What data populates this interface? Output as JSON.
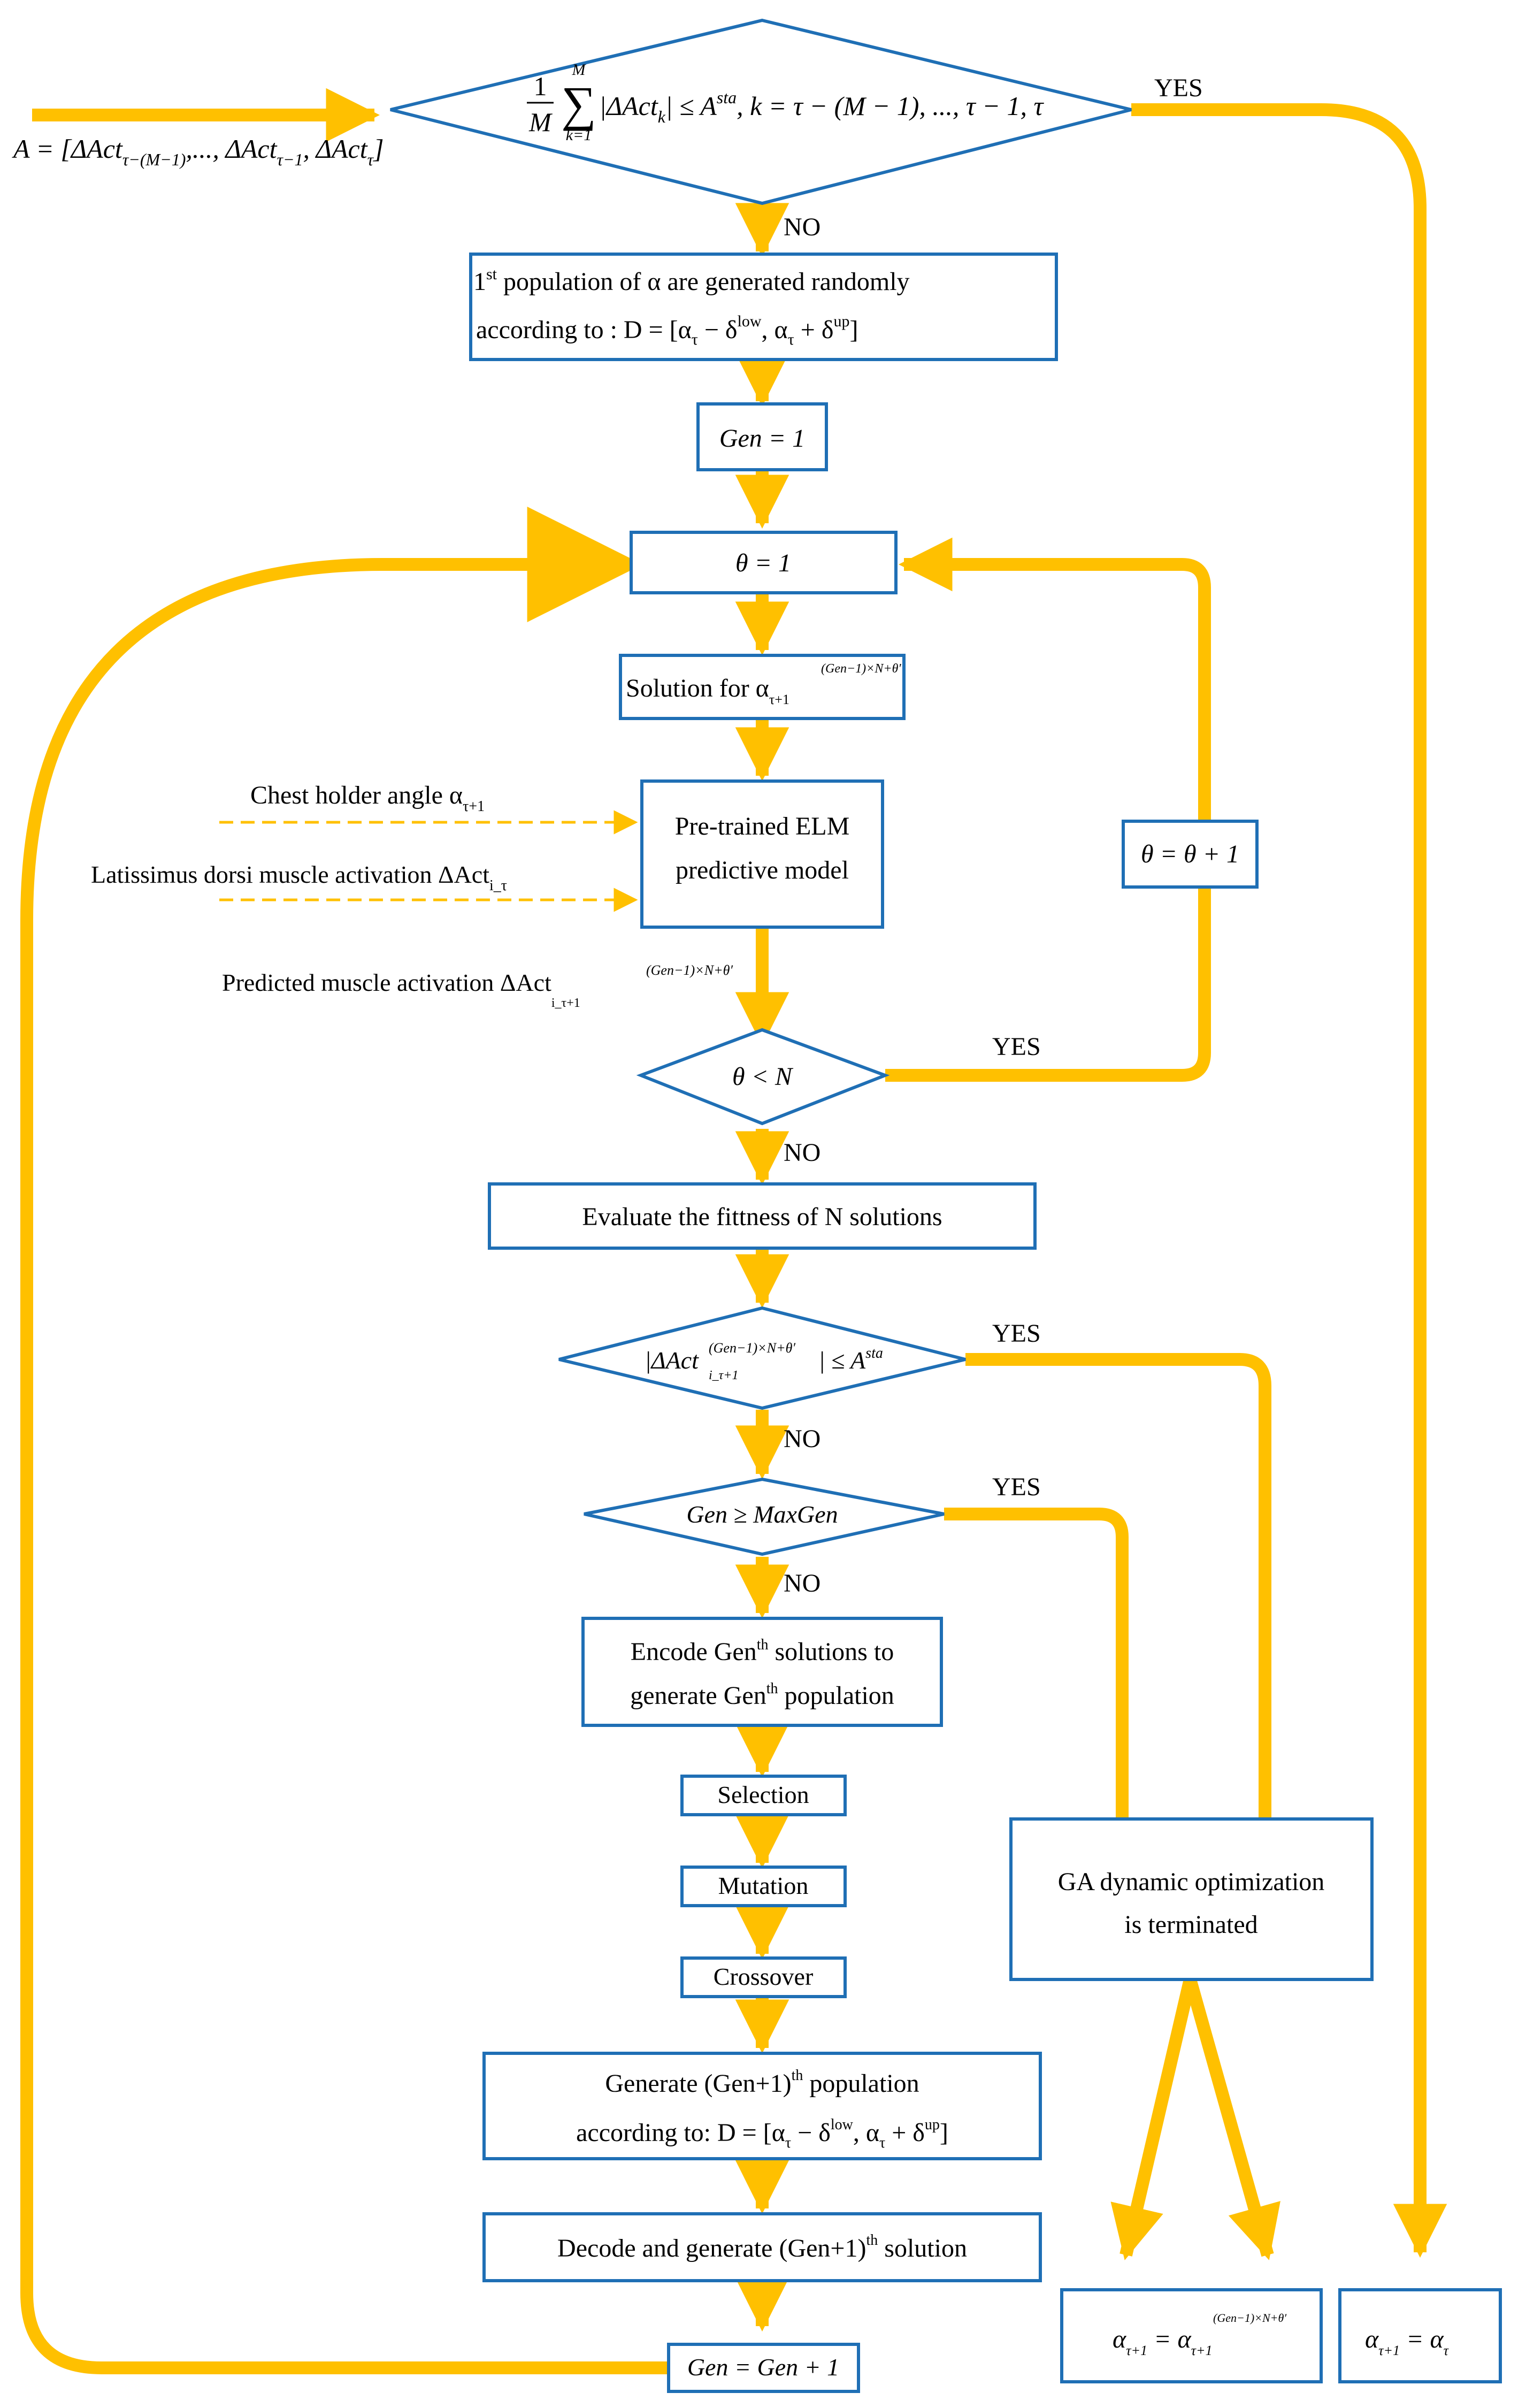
{
  "colors": {
    "box_stroke": "#1f6fb5",
    "flow": "#ffc000",
    "text": "#000000",
    "background": "#ffffff"
  },
  "input": {
    "text": "A = [ΔAct",
    "sub1": "τ−(M−1)",
    "mid": ",..., ΔAct",
    "sub2": "τ−1",
    "tail": ", ΔAct",
    "sub3": "τ",
    "end": "]"
  },
  "decision_top": {
    "frac_num": "1",
    "frac_den": "M",
    "sum_upper": "M",
    "sum_lower": "k=1",
    "body": "|ΔAct",
    "body_sub": "k",
    "rel": "| ≤ A",
    "rel_sup": "sta",
    "tail": ", k = τ − (M − 1), ..., τ − 1, τ"
  },
  "box_init": {
    "line1_pre": "1",
    "line1_sup": "st",
    "line1_main": " population  of  α  are  generated  randomly",
    "line2_pre": "according  to : D = [α",
    "line2_sub1": "τ",
    "line2_mid": " − δ",
    "line2_sup1": "low",
    "line2_mid2": ", α",
    "line2_sub2": "τ",
    "line2_mid3": " + δ",
    "line2_sup2": "up",
    "line2_end": "]"
  },
  "box_gen1": "Gen = 1",
  "box_theta1": "θ = 1",
  "box_solution": {
    "pre": "Solution  for  α",
    "sub": "τ+1",
    "sup": "(Gen−1)×N+θ′"
  },
  "box_elm": {
    "line1": "Pre-trained  ELM",
    "line2": "predictive  model"
  },
  "input_chest": {
    "pre": "Chest  holder  angle  α",
    "sub": "τ+1"
  },
  "input_latissimus": {
    "pre": "Latissimus  dorsi  muscle  activation  ΔAct",
    "sub": "i_τ"
  },
  "predicted": {
    "pre": "Predicted  muscle  activation  ΔAct",
    "sub": "i_τ+1",
    "sup": "(Gen−1)×N+θ′"
  },
  "decision_theta": "θ < N",
  "box_theta_inc": "θ = θ + 1",
  "box_evaluate": "Evaluate  the  fittness  of  N  solutions",
  "decision_fitness": {
    "pre": "|ΔAct",
    "sup": "(Gen−1)×N+θ′",
    "sub": "i_τ+1",
    "post": "| ≤ A",
    "post_sup": "sta"
  },
  "decision_gen": "Gen ≥ MaxGen",
  "box_encode": {
    "l1a": "Encode  Gen",
    "l1sup": "th",
    "l1b": "  solutions  to",
    "l2a": "generate  Gen",
    "l2sup": "th",
    "l2b": "  population"
  },
  "box_selection": "Selection",
  "box_mutation": "Mutation",
  "box_crossover": "Crossover",
  "box_generate": {
    "l1a": "Generate  (Gen+1)",
    "l1sup": "th",
    "l1b": "  population",
    "l2a": "according  to: D = [α",
    "l2sub1": "τ",
    "l2mid": " − δ",
    "l2sup1": "low",
    "l2mid2": ", α",
    "l2sub2": "τ",
    "l2mid3": " + δ",
    "l2sup2": "up",
    "l2end": "]"
  },
  "box_decode": {
    "pre": "Decode  and  generate  (Gen+1)",
    "sup": "th",
    "post": "  solution"
  },
  "box_gen_inc": "Gen = Gen + 1",
  "box_terminated": {
    "line1": "GA  dynamic  optimization",
    "line2": "is  terminated"
  },
  "out_left": {
    "pre": "α",
    "sub1": "τ+1",
    "mid": " = α",
    "sub2": "τ+1",
    "sup2": "(Gen−1)×N+θ′"
  },
  "out_right": {
    "pre": "α",
    "sub1": "τ+1",
    "mid": " = α",
    "sub2": "τ"
  },
  "labels": {
    "yes_top": "YES",
    "no_top": "NO",
    "yes_theta": "YES",
    "no_theta": "NO",
    "yes_fitness": "YES",
    "no_fitness": "NO",
    "yes_gen": "YES",
    "no_gen": "NO"
  }
}
